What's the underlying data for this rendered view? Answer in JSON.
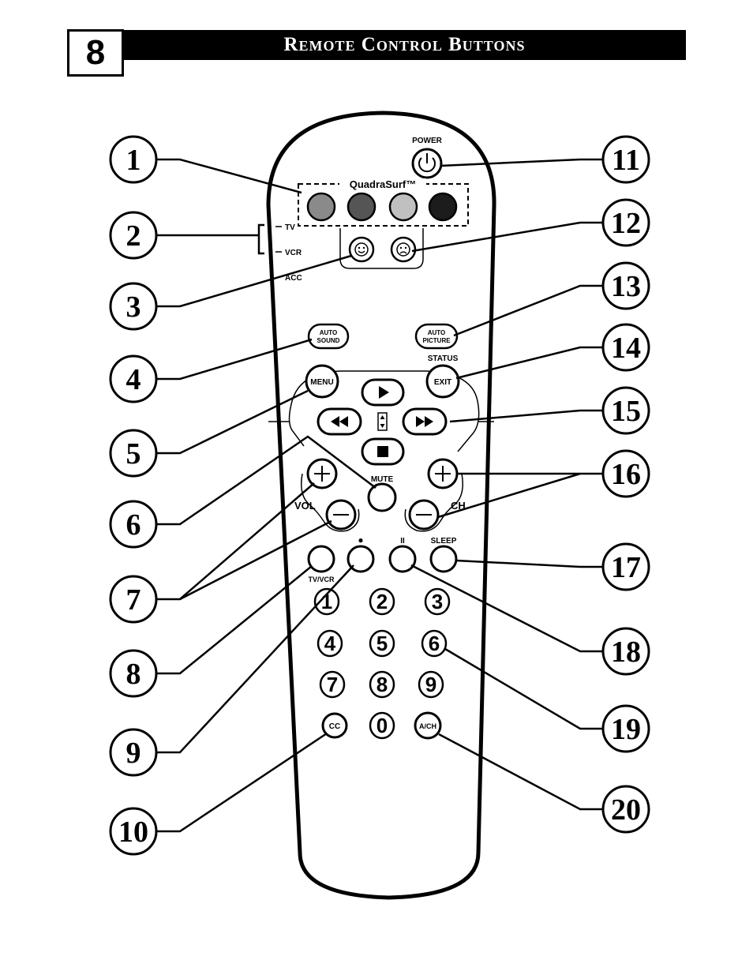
{
  "header": {
    "page_number": "8",
    "title": "Remote Control Buttons"
  },
  "remote": {
    "power_label": "POWER",
    "quadrasurf_label": "QuadraSurf™",
    "mode_tv": "TV",
    "mode_vcr": "VCR",
    "mode_acc": "ACC",
    "auto_sound_line1": "AUTO",
    "auto_sound_line2": "SOUND",
    "auto_picture_line1": "AUTO",
    "auto_picture_line2": "PICTURE",
    "status_label": "STATUS",
    "exit_label": "EXIT",
    "menu_label": "MENU",
    "mute_label": "MUTE",
    "vol_label": "VOL",
    "ch_label": "CH",
    "tvvcr_label": "TV/VCR",
    "record_label": "●",
    "pause_label": "II",
    "sleep_label": "SLEEP",
    "keypad": [
      "1",
      "2",
      "3",
      "4",
      "5",
      "6",
      "7",
      "8",
      "9",
      "0"
    ],
    "cc_label": "CC",
    "ach_label": "A/CH",
    "quadrasurf_colors": [
      "#8a8a8a",
      "#555555",
      "#c0c0c0",
      "#1c1c1c"
    ]
  },
  "callouts": [
    "1",
    "2",
    "3",
    "4",
    "5",
    "6",
    "7",
    "8",
    "9",
    "10",
    "11",
    "12",
    "13",
    "14",
    "15",
    "16",
    "17",
    "18",
    "19",
    "20"
  ]
}
